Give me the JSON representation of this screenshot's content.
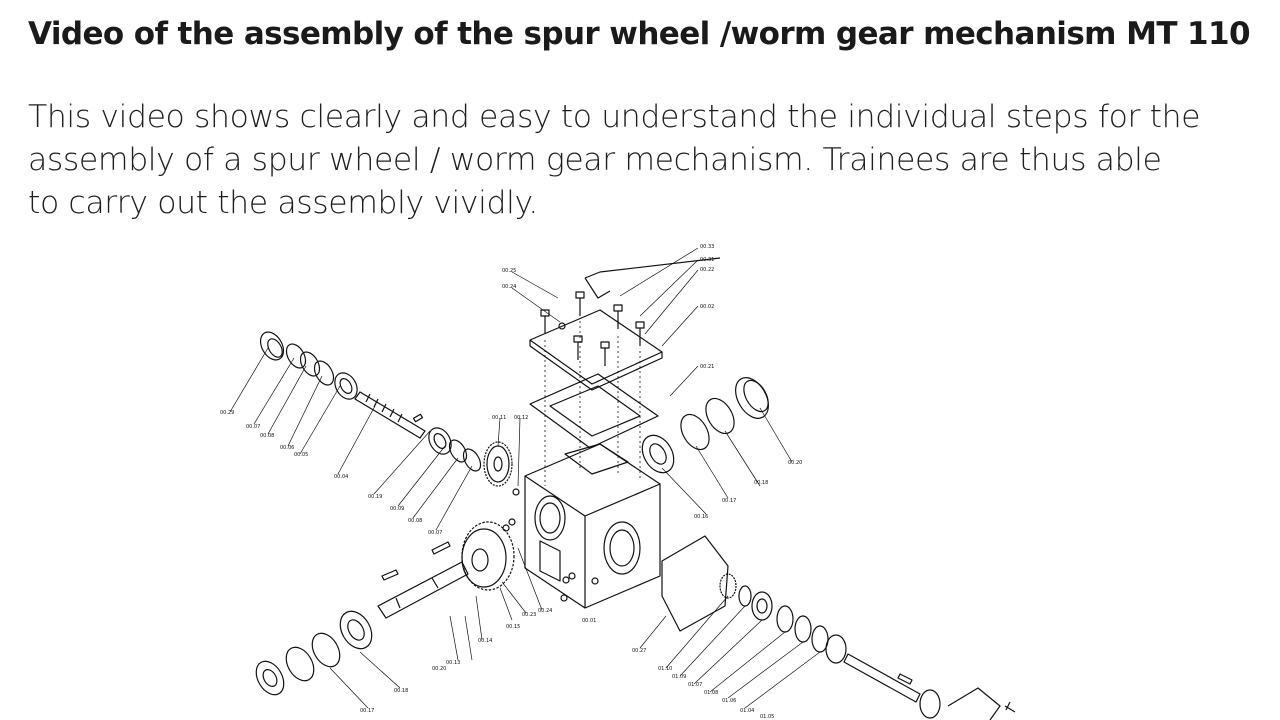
{
  "header": {
    "title": "Video of the assembly of the spur wheel /worm gear mechanism MT 110"
  },
  "description": {
    "lines": [
      "This video shows clearly and easy to understand the individual steps for the",
      "assembly of a spur wheel / worm gear mechanism. Trainees are thus able",
      "to carry out the assembly vividly."
    ]
  },
  "drawing": {
    "part_labels": [
      "00.33",
      "00.31",
      "00.22",
      "00.25",
      "00.24",
      "00.02",
      "00.21",
      "00.29",
      "00.07",
      "00.08",
      "00.06",
      "00.05",
      "00.04",
      "00.11",
      "00.12",
      "00.19",
      "00.09",
      "00.08",
      "00.07",
      "00.17",
      "00.18",
      "00.20",
      "00.16",
      "00.14",
      "00.15",
      "00.13",
      "00.20",
      "00.18",
      "00.17",
      "00.23",
      "00.24",
      "00.01",
      "00.27",
      "01.10",
      "01.09",
      "01.07",
      "01.08",
      "01.06",
      "01.04",
      "01.05"
    ]
  }
}
